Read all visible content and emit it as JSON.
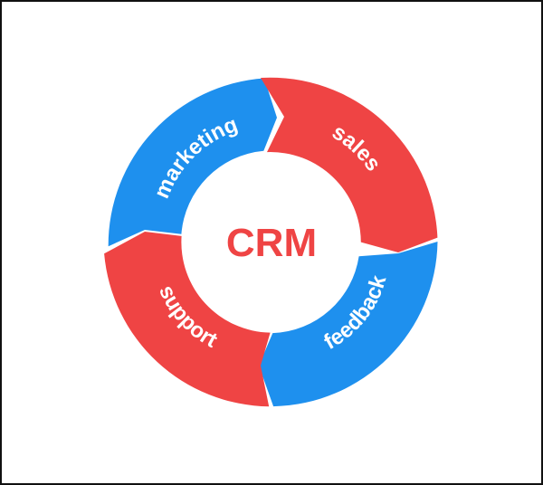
{
  "diagram": {
    "center": {
      "label": "CRM",
      "color": "#ef4444"
    },
    "segments": [
      {
        "key": "marketing",
        "label": "marketing",
        "color": "#1e90ee"
      },
      {
        "key": "sales",
        "label": "sales",
        "color": "#ef4444"
      },
      {
        "key": "feedback",
        "label": "feedback",
        "color": "#1e90ee"
      },
      {
        "key": "support",
        "label": "support",
        "color": "#ef4444"
      }
    ],
    "colors": {
      "blue": "#1e90ee",
      "red": "#ef4444",
      "background": "#ffffff",
      "border": "#111111"
    }
  }
}
